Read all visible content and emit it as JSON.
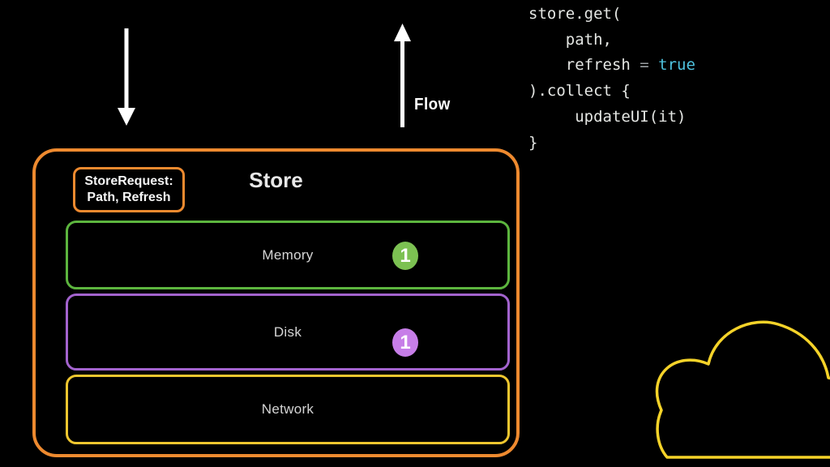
{
  "code": {
    "lines": [
      {
        "text": "store.get("
      },
      {
        "text": "    path,"
      },
      {
        "pre": "    refresh ",
        "op": "= ",
        "highlight": "true"
      },
      {
        "text": ").collect {"
      },
      {
        "text": "     updateUI(it)"
      },
      {
        "text": "}"
      }
    ]
  },
  "flow": {
    "label": "Flow"
  },
  "store": {
    "title": "Store",
    "request_badge": {
      "line1": "StoreRequest:",
      "line2": "Path, Refresh"
    },
    "layers": [
      {
        "label": "Memory",
        "badge": "1"
      },
      {
        "label": "Disk",
        "badge": "1"
      },
      {
        "label": "Network"
      }
    ]
  },
  "icons": {
    "down_arrow": "arrow-down",
    "up_arrow": "arrow-up",
    "cloud": "cloud-outline"
  },
  "colors": {
    "background": "#000000",
    "orange": "#EE8A2F",
    "green": "#5CB53E",
    "green-badge": "#7CC152",
    "purple": "#A363CE",
    "purple-badge": "#C77EE8",
    "yellow": "#EFC62F",
    "cloud-yellow": "#F5D329",
    "code-text": "#E4E6E3",
    "code-operator": "#9BA0A3",
    "code-keyword": "#4FC3DF",
    "label-gray": "#D5D5D5"
  }
}
